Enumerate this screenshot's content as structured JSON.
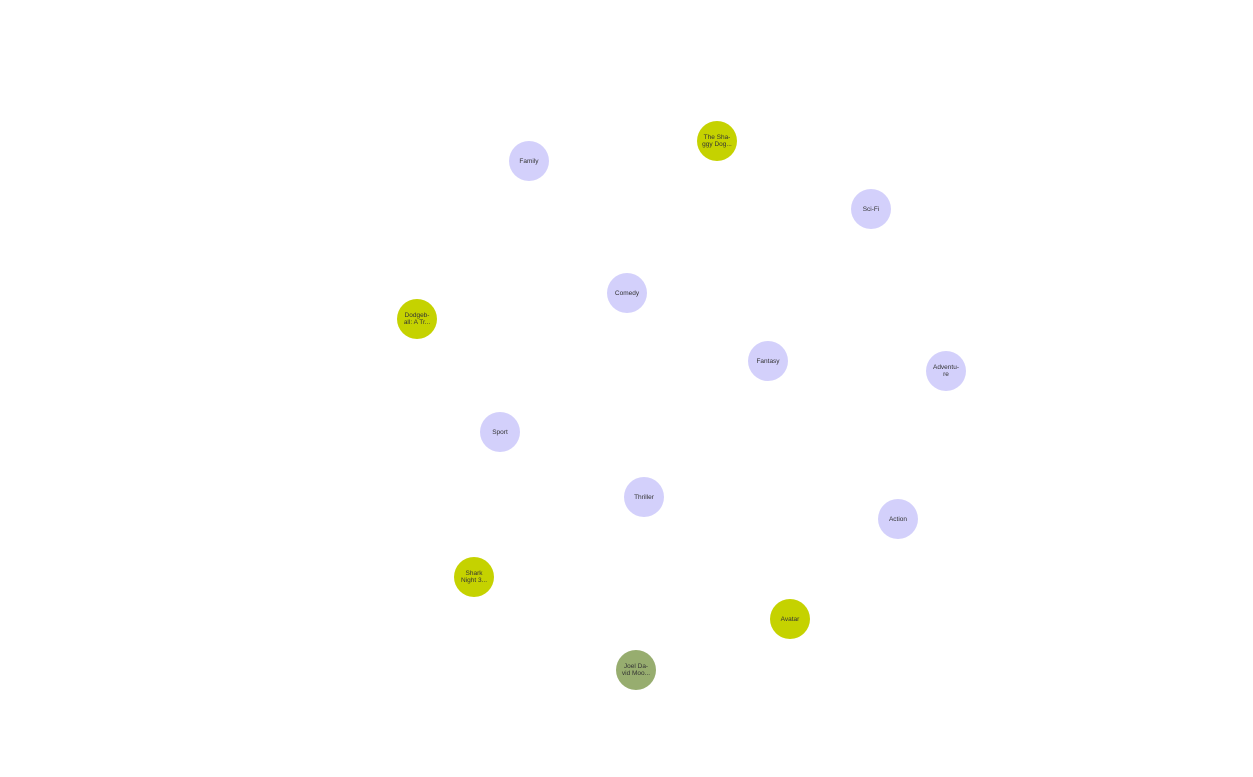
{
  "colors": {
    "genre": "#d3d0fb",
    "movie": "#c5d200",
    "person": "#97ad6f",
    "label_text": "#333333",
    "background": "#ffffff"
  },
  "nodes": [
    {
      "id": "family",
      "type": "genre",
      "label": "Family"
    },
    {
      "id": "shaggy",
      "type": "movie",
      "label": "The Sha-\nggy Dog..."
    },
    {
      "id": "scifi",
      "type": "genre",
      "label": "Sci-Fi"
    },
    {
      "id": "comedy",
      "type": "genre",
      "label": "Comedy"
    },
    {
      "id": "dodgeball",
      "type": "movie",
      "label": "Dodgeb-\nall: A Tr..."
    },
    {
      "id": "fantasy",
      "type": "genre",
      "label": "Fantasy"
    },
    {
      "id": "adventure",
      "type": "genre",
      "label": "Adventu-\nre"
    },
    {
      "id": "sport",
      "type": "genre",
      "label": "Sport"
    },
    {
      "id": "thriller",
      "type": "genre",
      "label": "Thriller"
    },
    {
      "id": "action",
      "type": "genre",
      "label": "Action"
    },
    {
      "id": "shark",
      "type": "movie",
      "label": "Shark\nNight 3..."
    },
    {
      "id": "avatar",
      "type": "movie",
      "label": "Avatar"
    },
    {
      "id": "joel",
      "type": "person",
      "label": "Joel Da-\nvid Moo..."
    }
  ]
}
